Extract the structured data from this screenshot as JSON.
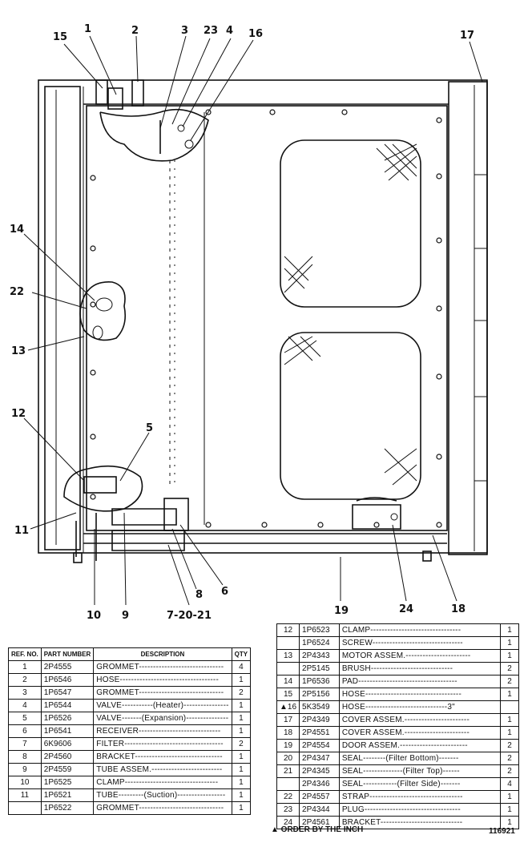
{
  "callouts": {
    "c1": "1",
    "c2": "2",
    "c3": "3",
    "c23": "23",
    "c4": "4",
    "c16": "16",
    "c15": "15",
    "c17": "17",
    "c14": "14",
    "c22": "22",
    "c13": "13",
    "c12": "12",
    "c5": "5",
    "c11": "11",
    "c10": "10",
    "c9": "9",
    "c8": "8",
    "c6": "6",
    "c7": "7-20-21",
    "c19": "19",
    "c24": "24",
    "c18": "18"
  },
  "left_table": {
    "headers": {
      "ref": "REF. NO.",
      "part": "PART NUMBER",
      "desc": "DESCRIPTION",
      "qty": "QTY"
    },
    "rows": [
      {
        "ref": "1",
        "part": "2P4555",
        "desc": "GROMMET------------------------------",
        "qty": "4"
      },
      {
        "ref": "2",
        "part": "1P6546",
        "desc": "HOSE-----------------------------------",
        "qty": "1"
      },
      {
        "ref": "3",
        "part": "1P6547",
        "desc": "GROMMET------------------------------",
        "qty": "2"
      },
      {
        "ref": "4",
        "part": "1P6544",
        "desc": "VALVE-----------(Heater)----------------",
        "qty": "1"
      },
      {
        "ref": "5",
        "part": "1P6526",
        "desc": "VALVE-------(Expansion)---------------",
        "qty": "1"
      },
      {
        "ref": "6",
        "part": "1P6541",
        "desc": "RECEIVER-----------------------------",
        "qty": "1"
      },
      {
        "ref": "7",
        "part": "6K9606",
        "desc": "FILTER-----------------------------------",
        "qty": "2"
      },
      {
        "ref": "8",
        "part": "2P4560",
        "desc": "BRACKET-------------------------------",
        "qty": "1"
      },
      {
        "ref": "9",
        "part": "2P4559",
        "desc": "TUBE ASSEM.-------------------------",
        "qty": "1"
      },
      {
        "ref": "10",
        "part": "1P6525",
        "desc": "CLAMP---------------------------------",
        "qty": "1"
      },
      {
        "ref": "11",
        "part": "1P6521",
        "desc": "TUBE---------(Suction)-----------------",
        "qty": "1"
      },
      {
        "ref": "",
        "part": "1P6522",
        "desc": "GROMMET------------------------------",
        "qty": "1"
      }
    ]
  },
  "right_table": {
    "rows": [
      {
        "ref": "12",
        "part": "1P6523",
        "desc": "CLAMP--------------------------------",
        "qty": "1"
      },
      {
        "ref": "",
        "part": "1P6524",
        "desc": "SCREW--------------------------------",
        "qty": "1"
      },
      {
        "ref": "13",
        "part": "2P4343",
        "desc": "MOTOR ASSEM.-----------------------",
        "qty": "1"
      },
      {
        "ref": "",
        "part": "2P5145",
        "desc": "BRUSH-----------------------------",
        "qty": "2"
      },
      {
        "ref": "14",
        "part": "1P6536",
        "desc": "PAD-----------------------------------",
        "qty": "2"
      },
      {
        "ref": "15",
        "part": "2P5156",
        "desc": "HOSE----------------------------------",
        "qty": "1"
      },
      {
        "ref": "▲16",
        "part": "5K3549",
        "desc": "HOSE-----------------------------3\"",
        "qty": ""
      },
      {
        "ref": "17",
        "part": "2P4349",
        "desc": "COVER ASSEM.-----------------------",
        "qty": "1"
      },
      {
        "ref": "18",
        "part": "2P4551",
        "desc": "COVER ASSEM.-----------------------",
        "qty": "1"
      },
      {
        "ref": "19",
        "part": "2P4554",
        "desc": "DOOR ASSEM.------------------------",
        "qty": "2"
      },
      {
        "ref": "20",
        "part": "2P4347",
        "desc": "SEAL--------(Filter Bottom)-------",
        "qty": "2"
      },
      {
        "ref": "21",
        "part": "2P4345",
        "desc": "SEAL--------------(Filter Top)------",
        "qty": "2"
      },
      {
        "ref": "",
        "part": "2P4346",
        "desc": "SEAL------------(Filter Side)-------",
        "qty": "4"
      },
      {
        "ref": "22",
        "part": "2P4557",
        "desc": "STRAP---------------------------------",
        "qty": "1"
      },
      {
        "ref": "23",
        "part": "2P4344",
        "desc": "PLUG----------------------------------",
        "qty": "1"
      },
      {
        "ref": "24",
        "part": "2P4561",
        "desc": "BRACKET-----------------------------",
        "qty": "1"
      }
    ]
  },
  "footnote": "▲ ORDER BY THE INCH",
  "drawing_number": "116921"
}
